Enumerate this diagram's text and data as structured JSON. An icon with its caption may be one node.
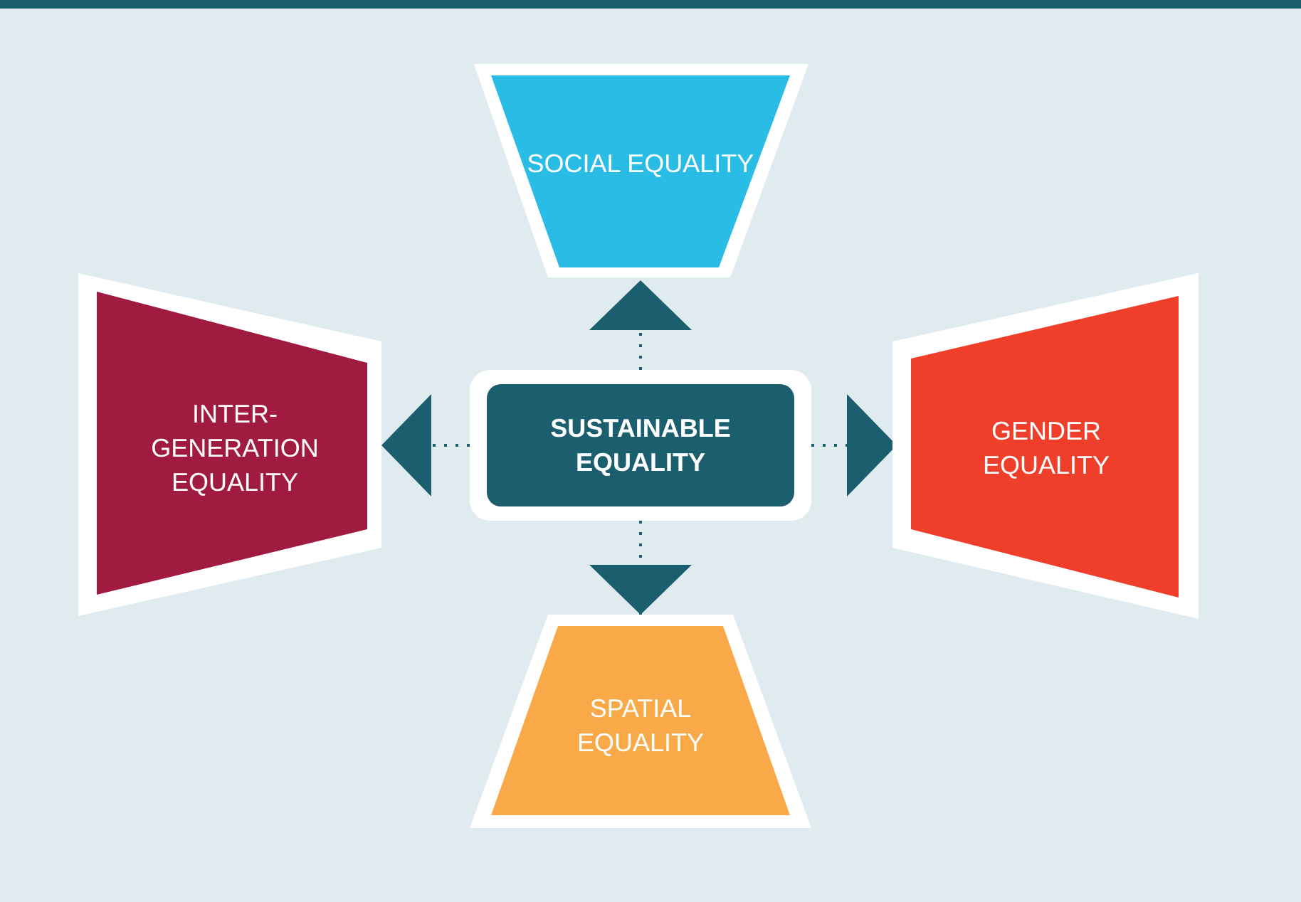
{
  "diagram": {
    "nodes": [
      {
        "text": [
          "SOCIAL EQUALITY"
        ]
      },
      {
        "text": [
          "INTER- GENERATION EQUALITY"
        ]
      },
      {
        "text": [
          "SUSTAINABLE EQUALITY"
        ]
      },
      {
        "text": [
          "GENDER EQUALITY"
        ]
      },
      {
        "text": [
          "SPATIAL EQUALITY"
        ]
      }
    ],
    "edges": [
      {
        "from": 2,
        "to": 0,
        "arrow": "to",
        "style": "dashed"
      },
      {
        "from": 2,
        "to": 1,
        "arrow": "to",
        "style": "dashed"
      },
      {
        "from": 2,
        "to": 3,
        "arrow": "to",
        "style": "dashed"
      },
      {
        "from": 2,
        "to": 4,
        "arrow": "to",
        "style": "dashed"
      }
    ]
  }
}
